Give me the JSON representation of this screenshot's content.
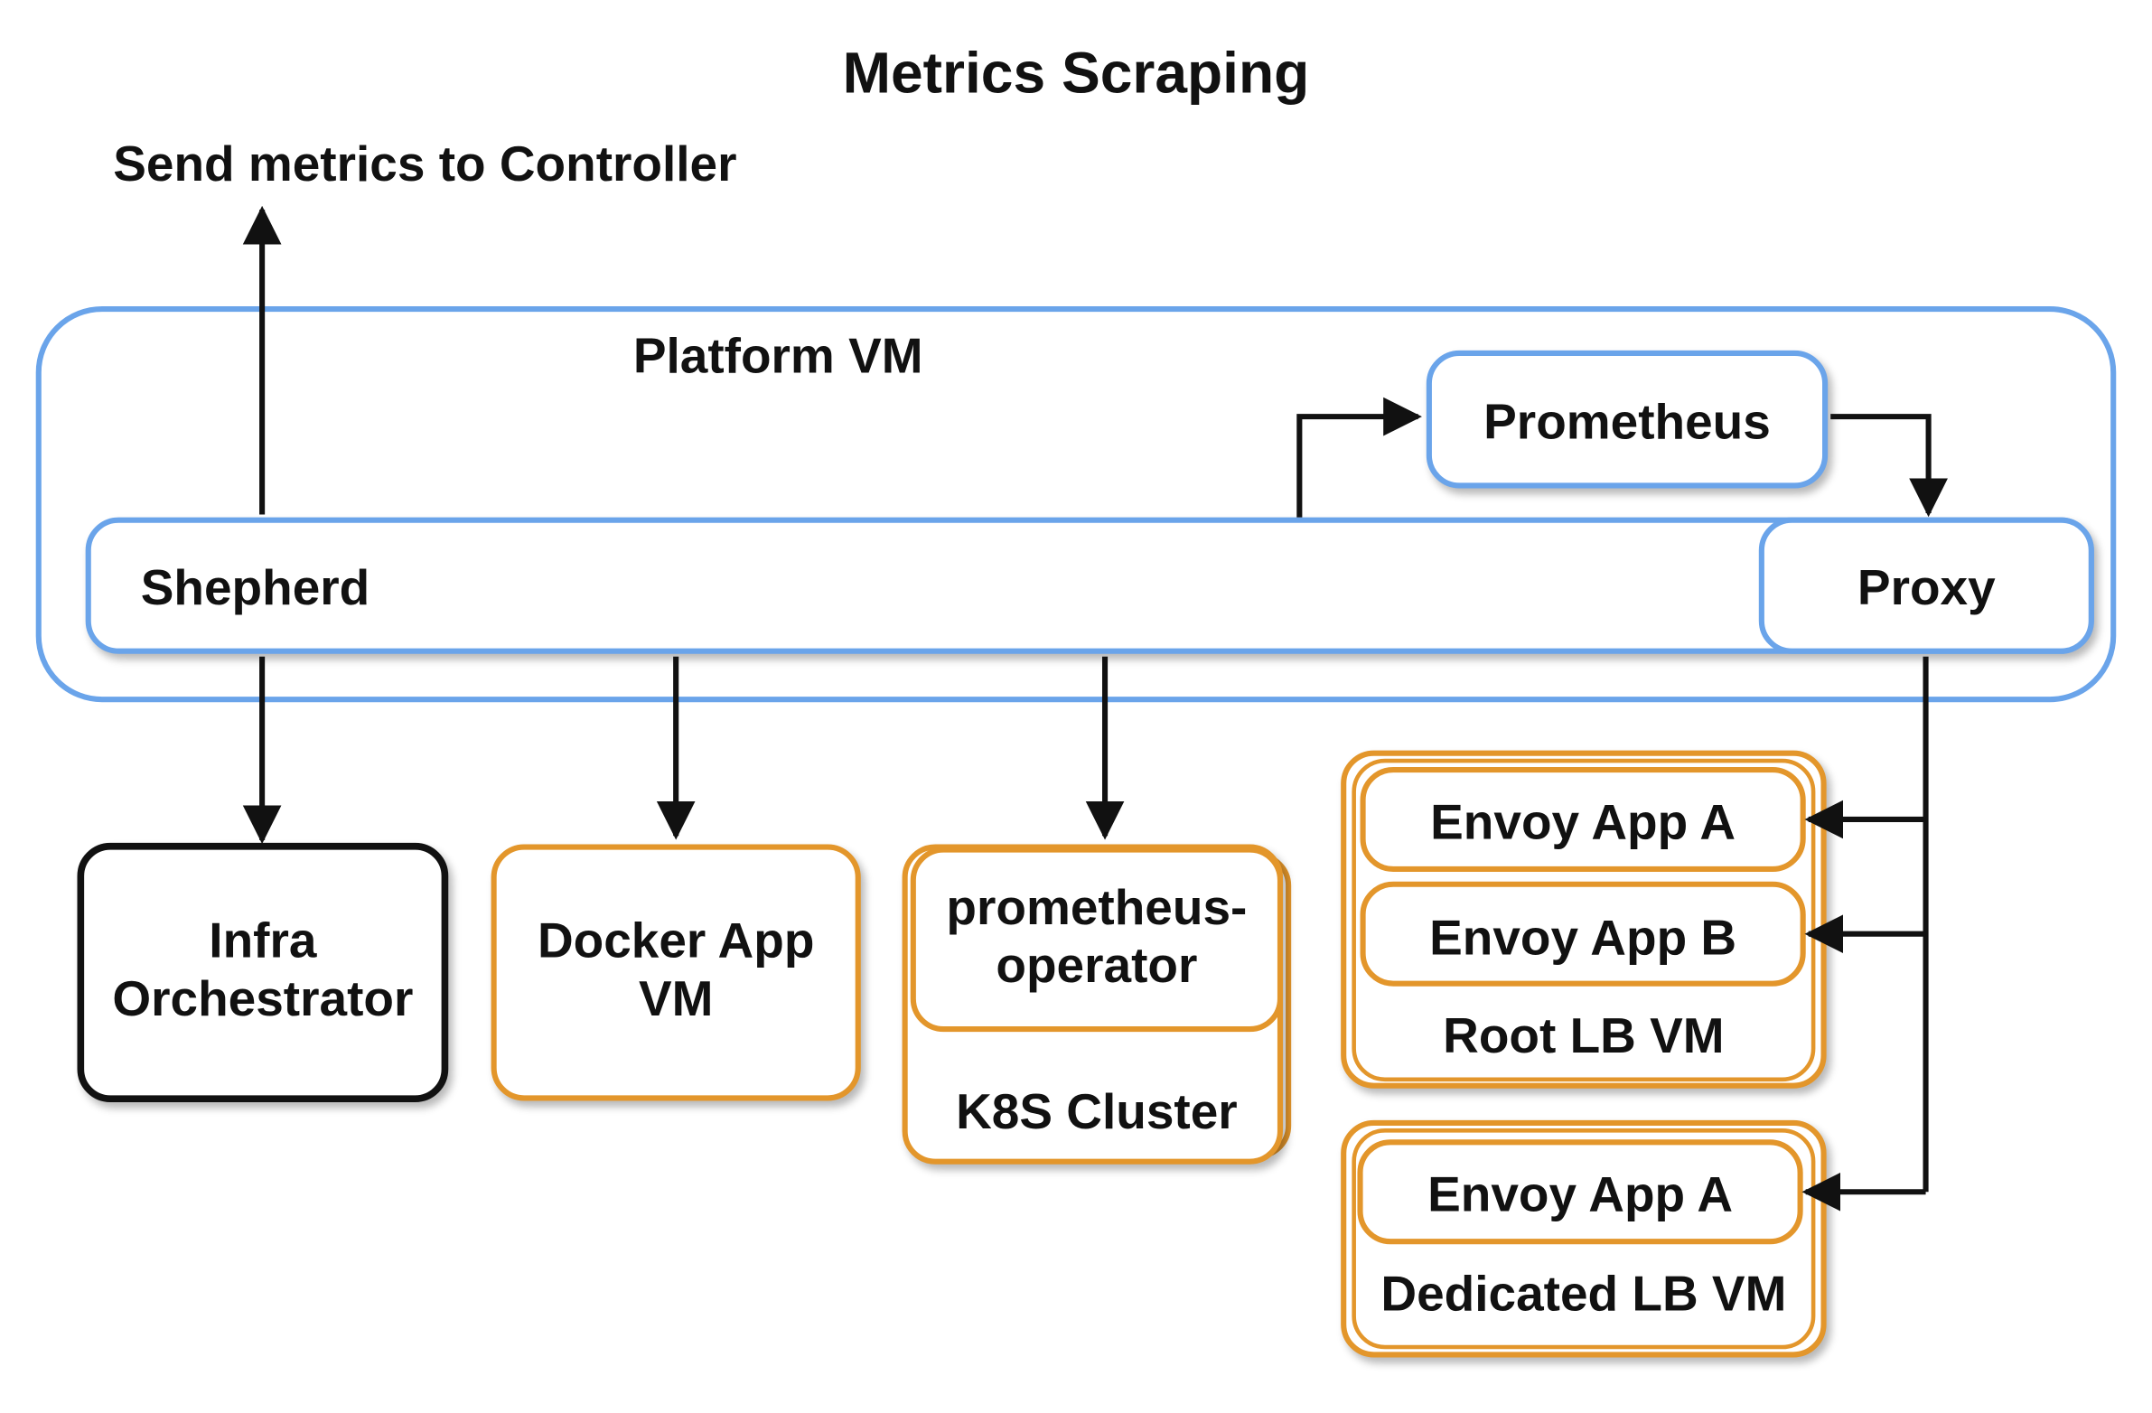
{
  "title": "Metrics Scraping",
  "send_label": "Send metrics to Controller",
  "platform_vm": {
    "label": "Platform VM"
  },
  "prometheus": {
    "label": "Prometheus"
  },
  "shepherd": {
    "label": "Shepherd"
  },
  "proxy": {
    "label": "Proxy"
  },
  "infra_orchestrator": {
    "line1": "Infra",
    "line2": "Orchestrator"
  },
  "docker_app_vm": {
    "line1": "Docker App",
    "line2": "VM"
  },
  "k8s_cluster": {
    "label": "K8S Cluster",
    "operator_line1": "prometheus-",
    "operator_line2": "operator"
  },
  "root_lb_vm": {
    "label": "Root LB VM",
    "app_a": "Envoy App A",
    "app_b": "Envoy App B"
  },
  "dedicated_lb_vm": {
    "label": "Dedicated LB VM",
    "app_a": "Envoy App A"
  },
  "colors": {
    "blue": "#6aa4ea",
    "orange": "#e3962b",
    "black": "#111111"
  }
}
